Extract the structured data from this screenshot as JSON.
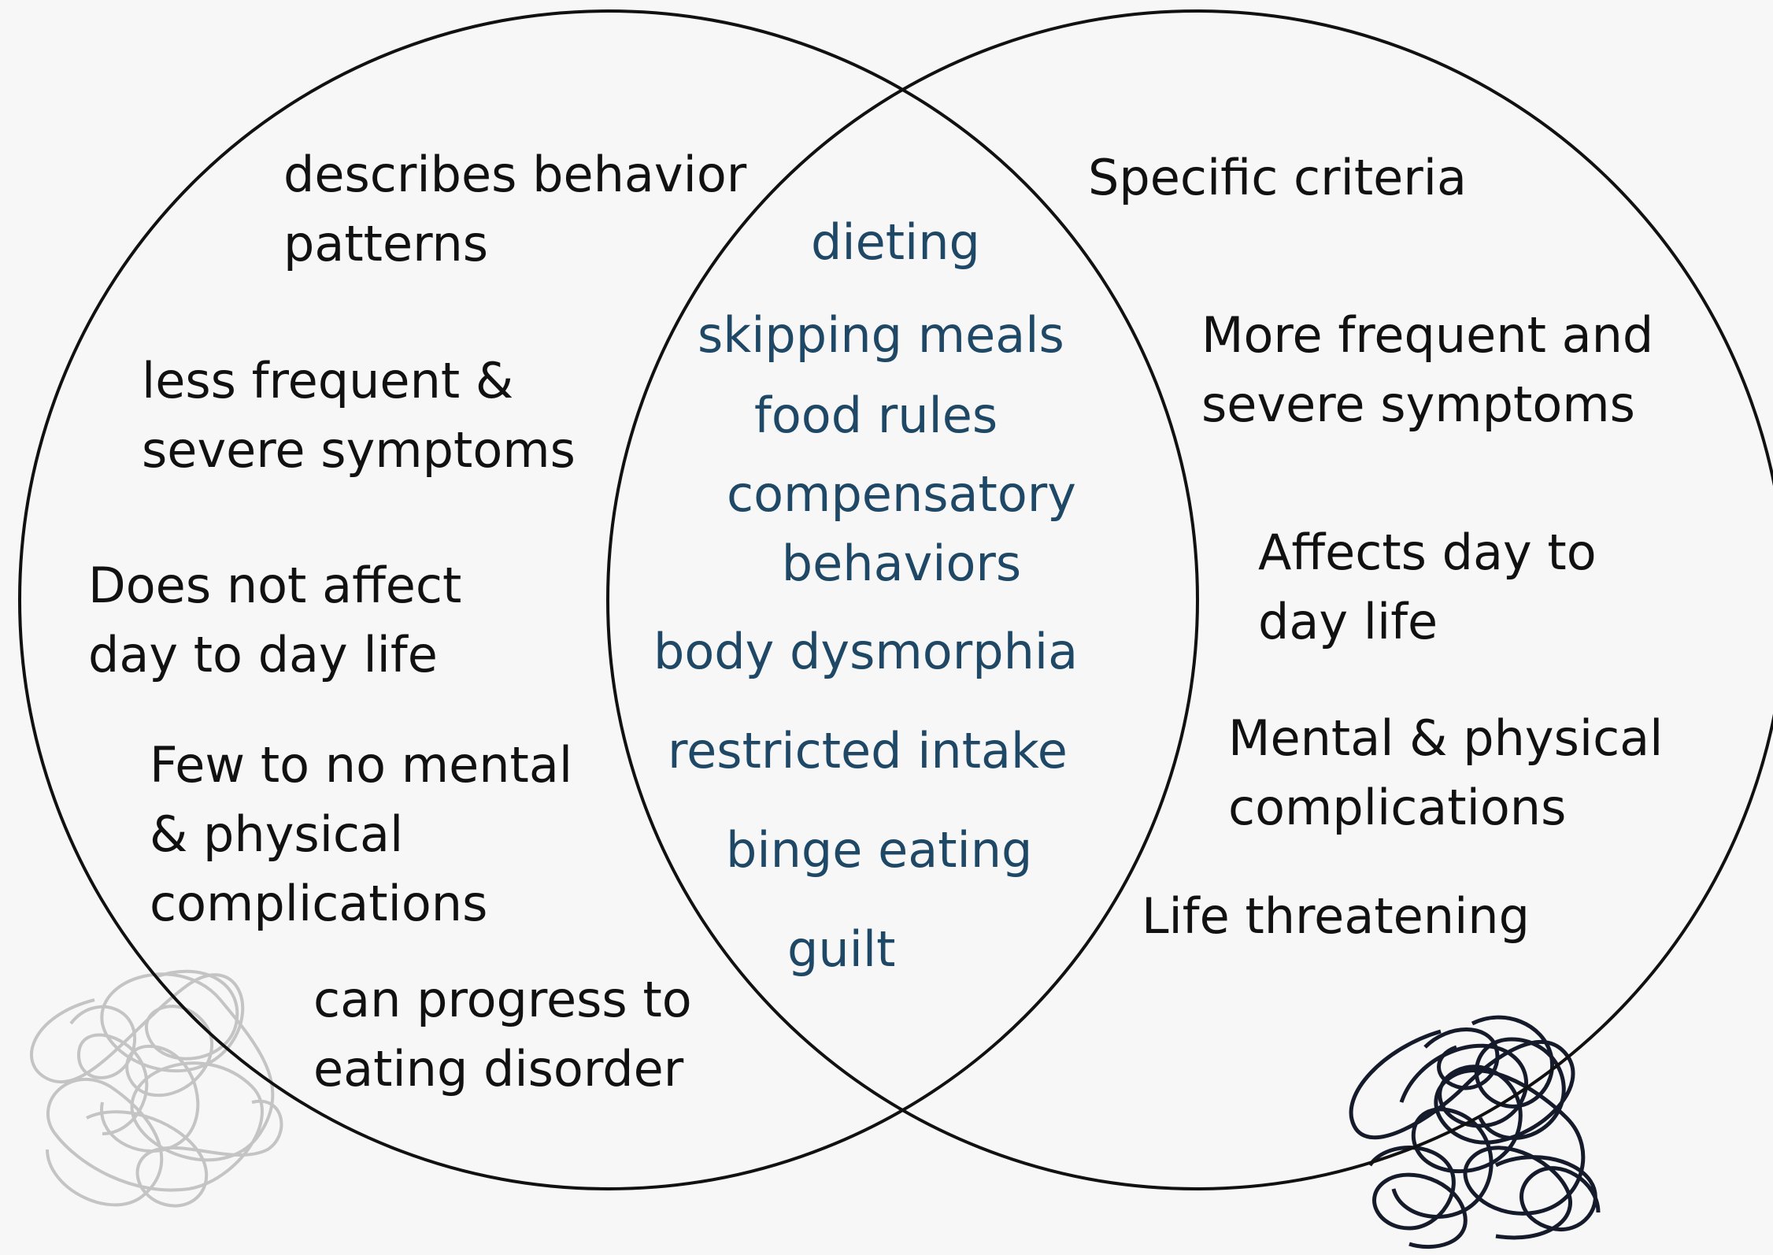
{
  "colors": {
    "background": "#f7f7f7",
    "outline": "#111111",
    "left_text": "#111111",
    "right_text": "#111111",
    "shared_text": "#1e4866",
    "scribble_light": "#c4c4c4",
    "scribble_dark": "#151b2b"
  },
  "icons": {
    "left_scribble": "light-gray-tangled-scribble",
    "right_scribble": "dark-tangled-scribble"
  },
  "left": {
    "items": [
      [
        "describes behavior",
        "patterns"
      ],
      [
        "less frequent &",
        "severe symptoms"
      ],
      [
        "Does not affect",
        "day to day life"
      ],
      [
        "Few to no mental",
        "& physical",
        "complications"
      ],
      [
        "can progress to",
        "eating disorder"
      ]
    ]
  },
  "shared": {
    "items": [
      [
        "dieting"
      ],
      [
        "skipping meals"
      ],
      [
        "food rules"
      ],
      [
        "compensatory",
        "behaviors"
      ],
      [
        "body dysmorphia"
      ],
      [
        "restricted intake"
      ],
      [
        "binge eating"
      ],
      [
        "guilt"
      ]
    ]
  },
  "right": {
    "items": [
      [
        "Specific criteria"
      ],
      [
        "More frequent and",
        "severe symptoms"
      ],
      [
        "Affects day to",
        "day life"
      ],
      [
        "Mental & physical",
        "complications"
      ],
      [
        "Life threatening"
      ]
    ]
  }
}
